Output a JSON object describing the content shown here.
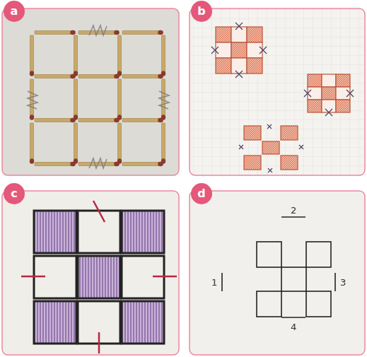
{
  "diagram": {
    "nodes": [
      {
        "text": [
          "a"
        ]
      },
      {
        "text": [
          "b"
        ]
      },
      {
        "text": [
          "c"
        ]
      },
      {
        "text": [
          "d"
        ]
      }
    ],
    "labels": [
      "2",
      "1",
      "3",
      "4"
    ]
  }
}
